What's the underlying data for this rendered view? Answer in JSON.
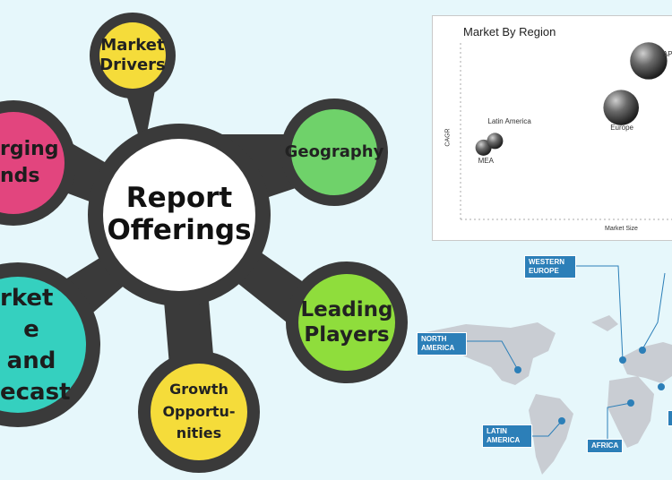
{
  "hub": {
    "title_line1": "Report",
    "title_line2": "Offerings"
  },
  "nodes": {
    "market_drivers": {
      "line1": "Market",
      "line2": "Drivers",
      "color": "#f5dc3a"
    },
    "geography": {
      "line1": "Geography",
      "color": "#6fd26a"
    },
    "leading_players": {
      "line1": "Leading",
      "line2": "Players",
      "color": "#8fdd3c"
    },
    "growth_opportunities": {
      "line1": "Growth",
      "line2": "Opportu-",
      "line3": "nities",
      "color": "#f5dc3a"
    },
    "emerging_trends": {
      "line1": "rging",
      "line2": "nds",
      "color": "#e2457e"
    },
    "market_size_forecast": {
      "line1": "rket",
      "line2": "e and",
      "line3": "ecast",
      "color": "#35d0bf"
    }
  },
  "chart_data": {
    "type": "scatter",
    "title": "Market By Region",
    "xlabel": "Market Size",
    "ylabel": "CAGR",
    "points": [
      {
        "label": "MEA",
        "x": 1.0,
        "y": 4.3,
        "size": 1
      },
      {
        "label": "Latin America",
        "x": 1.5,
        "y": 4.7,
        "size": 1
      },
      {
        "label": "Europe",
        "x": 7.0,
        "y": 6.7,
        "size": 2.2
      },
      {
        "label": "APAC",
        "x": 8.2,
        "y": 9.5,
        "size": 2.3
      }
    ],
    "xlim": [
      0,
      10
    ],
    "ylim": [
      0,
      11
    ]
  },
  "map": {
    "regions": {
      "western_europe": "WESTERN EUROPE",
      "north_america": "NORTH AMERICA",
      "latin_america": "LATIN AMERICA",
      "africa": "AFRICA"
    }
  },
  "colors": {
    "background": "#e6f7fb",
    "hub_ring": "#3a3a3a",
    "map_land": "#c9cdd3",
    "map_tag": "#2c7fb8"
  }
}
